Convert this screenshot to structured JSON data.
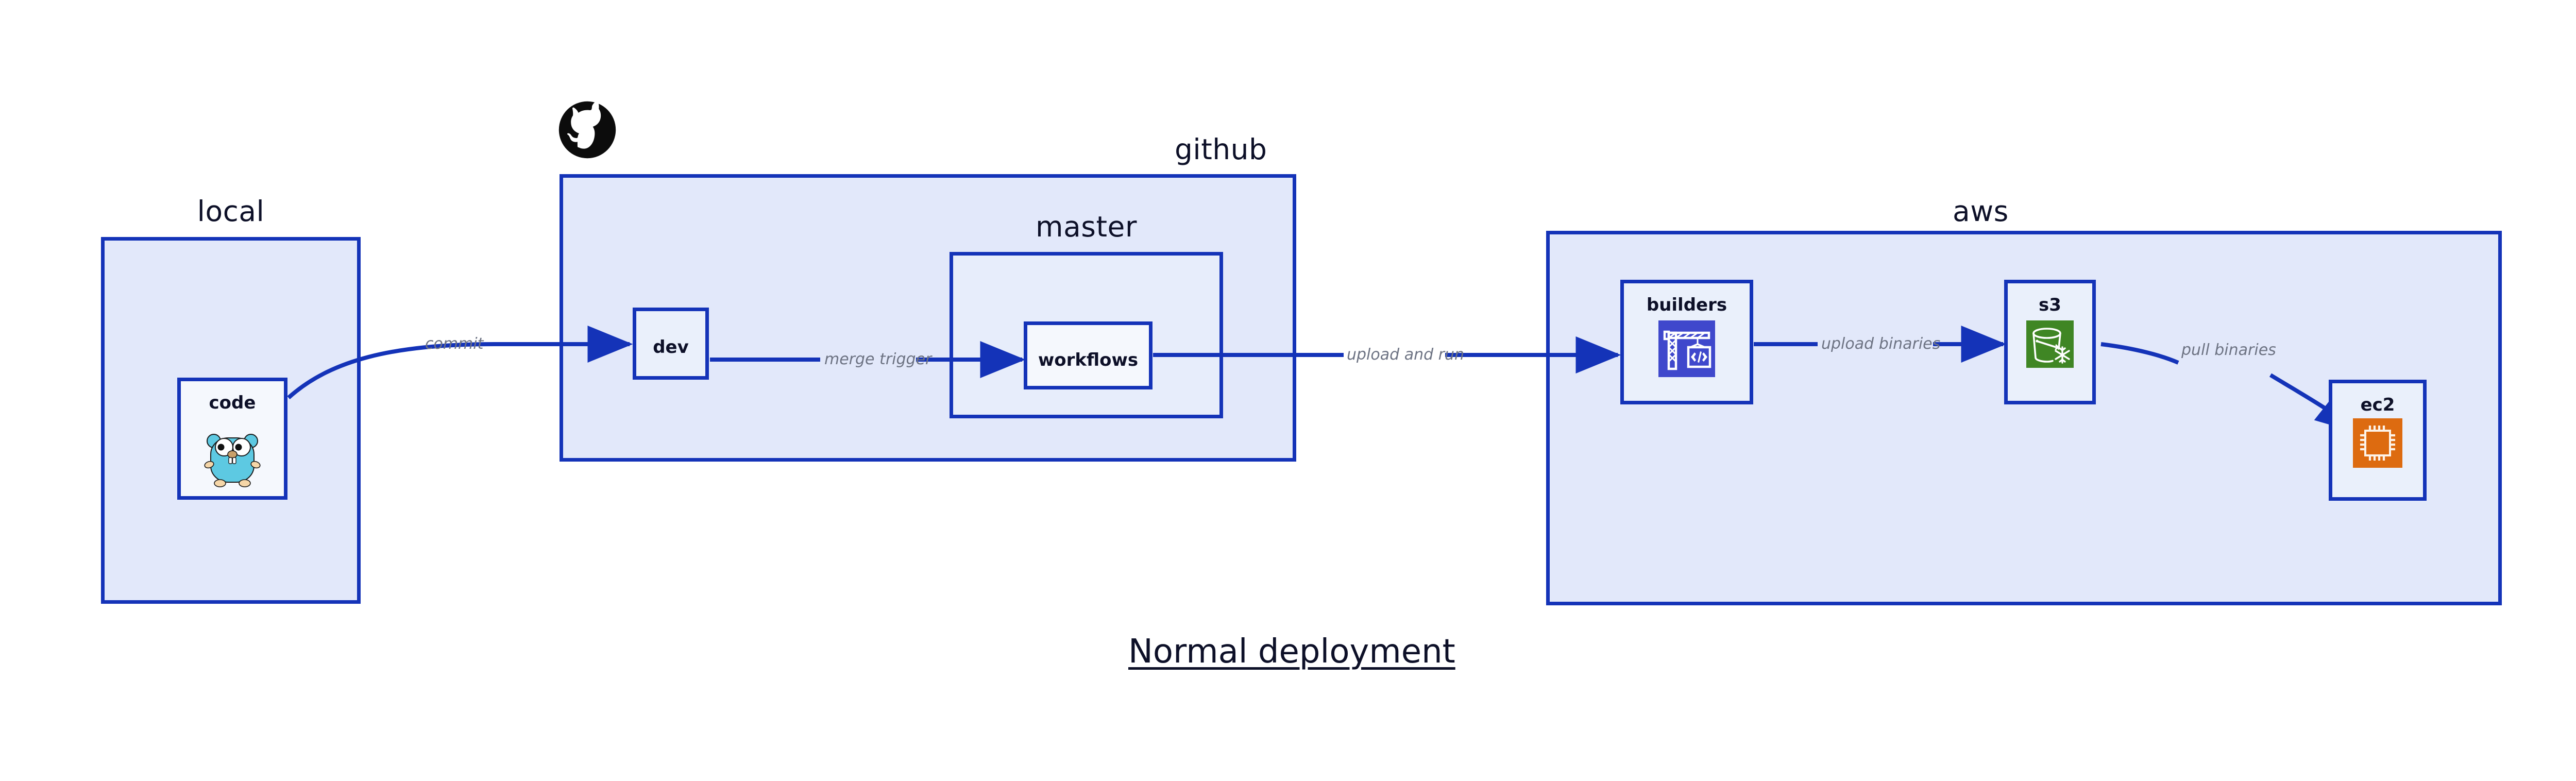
{
  "diagram": {
    "title": "Normal deployment",
    "background_color": "#ffffff",
    "accent_color": "#1433B8",
    "container_fill": "#E2E8FA",
    "node_fill": "#EAF0FB",
    "label_color": "#6D7383",
    "text_color": "#0D1028"
  },
  "groups": [
    {
      "id": "local",
      "label": "local"
    },
    {
      "id": "github",
      "label": "github"
    },
    {
      "id": "master",
      "label": "master"
    },
    {
      "id": "aws",
      "label": "aws"
    }
  ],
  "nodes": [
    {
      "id": "code",
      "label": "code",
      "icon": "go-gopher-icon",
      "group": "local"
    },
    {
      "id": "dev",
      "label": "dev",
      "icon": "none",
      "group": "github"
    },
    {
      "id": "workflows",
      "label": "workflows",
      "icon": "none",
      "group": "master"
    },
    {
      "id": "builders",
      "label": "builders",
      "icon": "aws-codebuild-icon",
      "group": "aws",
      "icon_color": "#3F48CC"
    },
    {
      "id": "s3",
      "label": "s3",
      "icon": "aws-s3-glacier-icon",
      "group": "aws",
      "icon_color": "#3F8624"
    },
    {
      "id": "ec2",
      "label": "ec2",
      "icon": "aws-ec2-icon",
      "group": "aws",
      "icon_color": "#DD6B10"
    }
  ],
  "edges": [
    {
      "id": "commit",
      "label": "commit",
      "from": "code",
      "to": "dev"
    },
    {
      "id": "merge-trigger",
      "label": "merge trigger",
      "from": "dev",
      "to": "workflows"
    },
    {
      "id": "upload-and-run",
      "label": "upload and run",
      "from": "workflows",
      "to": "builders"
    },
    {
      "id": "upload-binaries",
      "label": "upload binaries",
      "from": "builders",
      "to": "s3"
    },
    {
      "id": "pull-binaries",
      "label": "pull binaries",
      "from": "s3",
      "to": "ec2"
    }
  ],
  "logos": [
    {
      "id": "github-octocat",
      "name": "github-octocat-logo",
      "color": "#000000"
    }
  ]
}
